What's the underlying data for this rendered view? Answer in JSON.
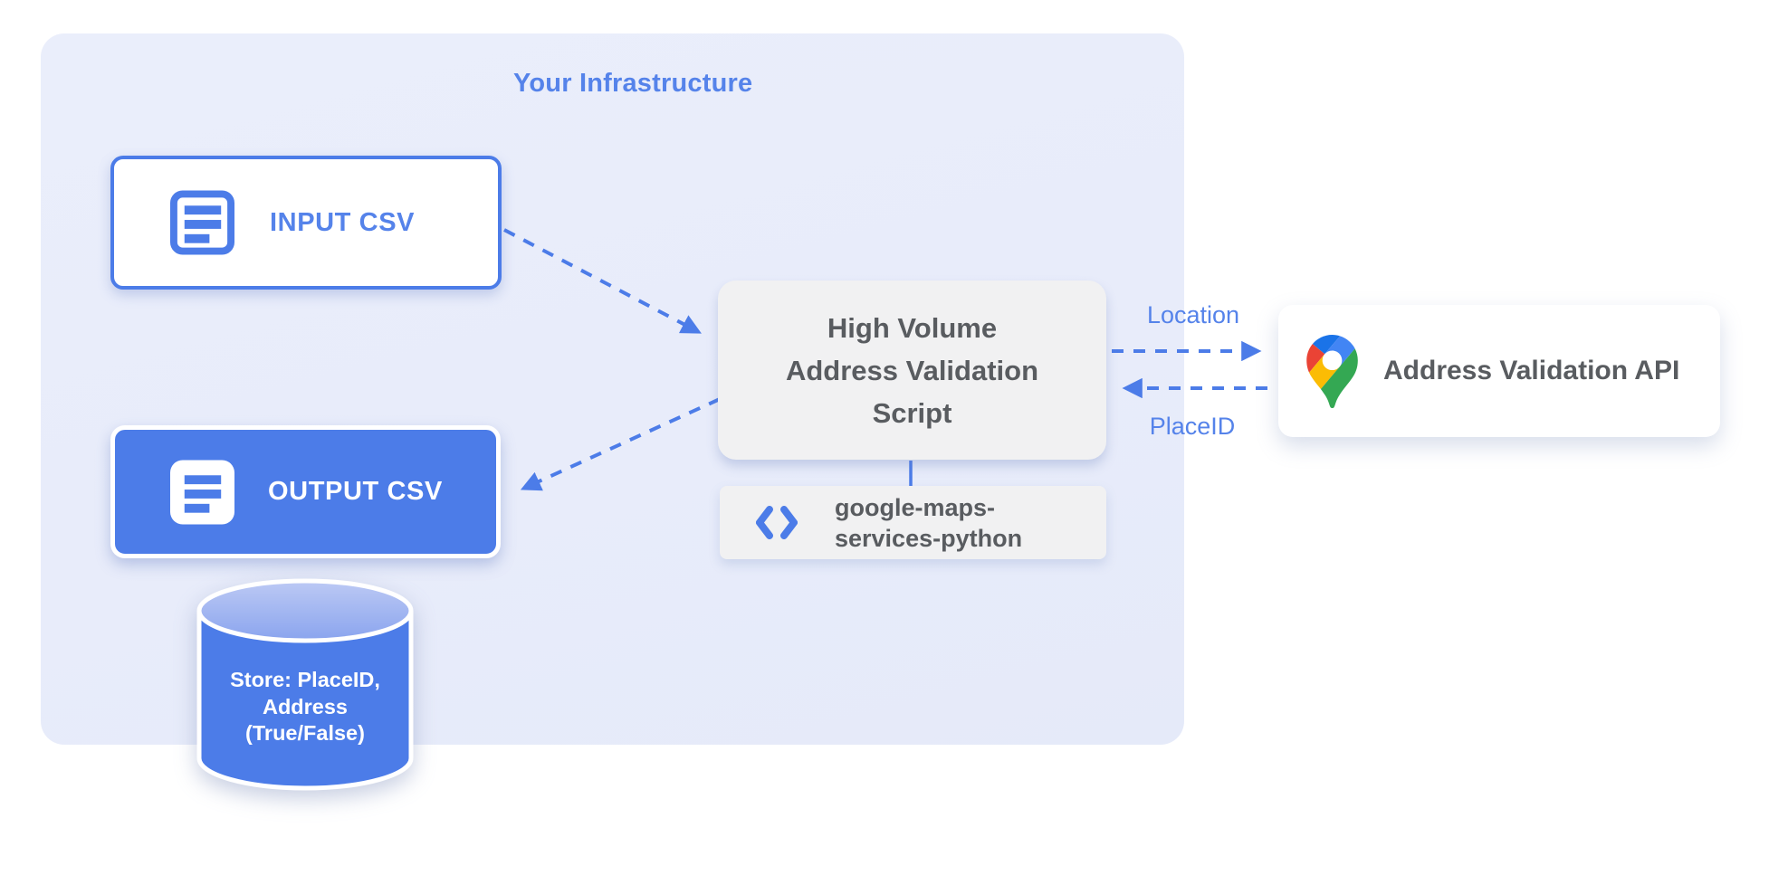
{
  "diagram": {
    "infrastructure_title": "Your Infrastructure",
    "input_csv": {
      "label": "INPUT CSV"
    },
    "output_csv": {
      "label": "OUTPUT CSV"
    },
    "script": {
      "line1": "High Volume",
      "line2": "Address Validation",
      "line3": "Script"
    },
    "library": {
      "line1": "google-maps-",
      "line2": "services-python"
    },
    "api": {
      "label": "Address Validation API"
    },
    "datastore": {
      "line1": "Store: PlaceID,",
      "line2": "Address",
      "line3": "(True/False)"
    },
    "edges": {
      "location": "Location",
      "placeid": "PlaceID"
    },
    "colors": {
      "blue": "#4c7ce8",
      "blue_text": "#5583ea",
      "gray_text": "#595c60",
      "gray_box": "#f1f1f2",
      "container_bg": "#e8ecfa",
      "pin_red": "#ea4335",
      "pin_blue": "#4285f4",
      "pin_yellow": "#fbbc04",
      "pin_green": "#34a853",
      "pin_dark_blue": "#1a73e8"
    }
  }
}
